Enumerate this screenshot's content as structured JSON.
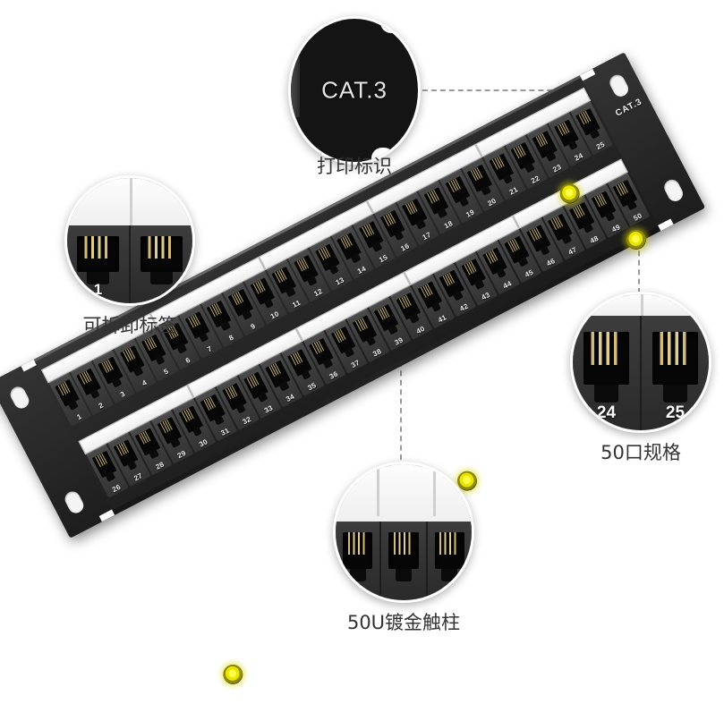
{
  "product": {
    "type": "rj11-patch-panel",
    "panel_label": "CAT.3",
    "port_count": 50,
    "rows": [
      {
        "name": "top-row",
        "start": 1,
        "end": 25
      },
      {
        "name": "bottom-row",
        "start": 26,
        "end": 50
      }
    ],
    "top_row_numbers": [
      1,
      2,
      3,
      4,
      5,
      6,
      7,
      8,
      9,
      10,
      11,
      12,
      13,
      14,
      15,
      16,
      17,
      18,
      19,
      20,
      21,
      22,
      23,
      24,
      25
    ],
    "bottom_row_numbers": [
      26,
      27,
      28,
      29,
      30,
      31,
      32,
      33,
      34,
      35,
      36,
      37,
      38,
      39,
      40,
      41,
      42,
      43,
      44,
      45,
      46,
      47,
      48,
      49,
      50
    ],
    "group_size": 5,
    "highlight_ports": [
      1,
      25,
      38,
      50
    ],
    "colors": {
      "panel": "#262626",
      "highlight": "#e9e400",
      "label_strip": "#ffffff",
      "contact_gold": "#e4cb86",
      "leader_line": "#9a9a9a",
      "caption_text": "#333333"
    }
  },
  "callouts": [
    {
      "id": "print-mark",
      "caption": "打印标识",
      "zoom_text": "CAT.3",
      "target_port": 25
    },
    {
      "id": "removable-label",
      "caption": "可拆卸标签",
      "port_numbers": [
        "1"
      ],
      "target_port": 1
    },
    {
      "id": "gold-contacts",
      "caption": "50U镀金触柱",
      "target_port": 38
    },
    {
      "id": "port-spec",
      "caption": "50口规格",
      "port_numbers": [
        "24",
        "25"
      ],
      "target_port": 50
    }
  ]
}
